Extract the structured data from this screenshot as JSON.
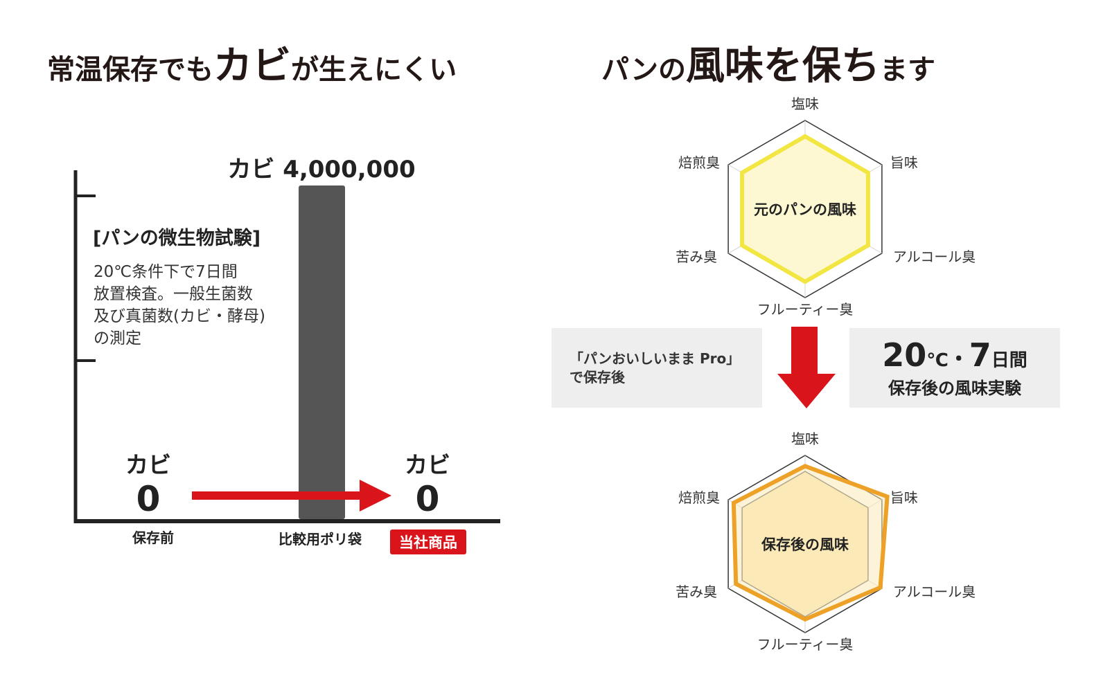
{
  "left_title": {
    "part1": "常温保存でも",
    "part2": "カビ",
    "part3": "が生えにくい"
  },
  "right_title": {
    "part1": "パンの",
    "part2": "風味を保ち",
    "part3": "ます"
  },
  "colors": {
    "bar": "#555555",
    "arrow_red": "#d9141b",
    "badge_red": "#d9141b",
    "radar_before_line": "#f2e642",
    "radar_before_fill": "#fdf8d2",
    "radar_after_line": "#eda127",
    "radar_after_fill": "#fbe9b8",
    "caption_box": "#eeeeee"
  },
  "chart_data": [
    {
      "type": "bar",
      "annotation_title": "[パンの微生物試験]",
      "annotation_lines": [
        "20℃条件下で7日間",
        "放置検査。一般生菌数",
        "及び真菌数(カビ・酵母)",
        "の測定"
      ],
      "categories": [
        "保存前",
        "比較用ポリ袋",
        "当社商品"
      ],
      "highlight_category": "当社商品",
      "values": [
        0,
        4000000,
        0
      ],
      "data_labels": [
        {
          "label": "カビ",
          "value_text": "0"
        },
        {
          "label": "カビ",
          "value_text": "4,000,000"
        },
        {
          "label": "カビ",
          "value_text": "0"
        }
      ],
      "ylim": [
        0,
        4000000
      ]
    },
    {
      "type": "radar",
      "center_label": "元のパンの風味",
      "axes": [
        "塩味",
        "旨味",
        "アルコール臭",
        "フルーティー臭",
        "苦み臭",
        "焙煎臭"
      ],
      "series": [
        {
          "values": [
            0.82,
            0.82,
            0.82,
            0.82,
            0.82,
            0.82
          ]
        }
      ],
      "rlim": [
        0,
        1
      ]
    },
    {
      "type": "radar",
      "center_label": "保存後の風味",
      "axes": [
        "塩味",
        "旨味",
        "アルコール臭",
        "フルーティー臭",
        "苦み臭",
        "焙煎臭"
      ],
      "series": [
        {
          "values": [
            0.82,
            0.82,
            0.82,
            0.82,
            0.82,
            0.82
          ]
        },
        {
          "values": [
            0.88,
            1.07,
            0.98,
            0.85,
            0.9,
            0.93
          ]
        }
      ],
      "rlim": [
        0,
        1
      ]
    }
  ],
  "middle": {
    "left_box_lines": [
      "「パンおいしいまま Pro」",
      "で保存後"
    ],
    "right_box": {
      "num1": "20",
      "unit1": "℃",
      "dot": "・",
      "num2": "7",
      "unit2": "日間",
      "sub": "保存後の風味実験"
    }
  }
}
